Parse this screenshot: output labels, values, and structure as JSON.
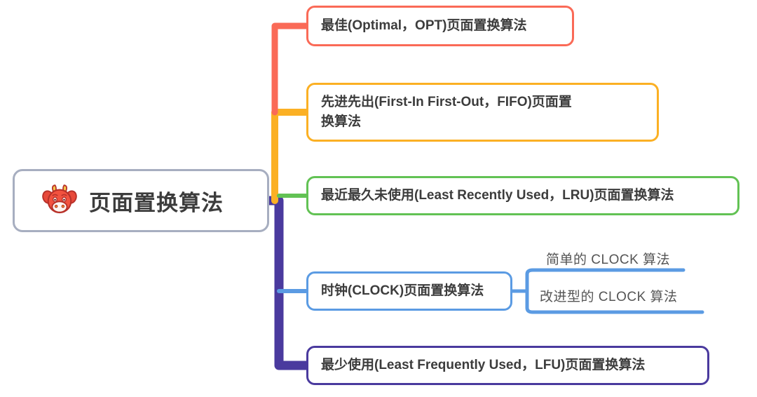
{
  "diagram": {
    "type": "mindmap",
    "title": "页面置换算法",
    "direction": "left-to-right",
    "background_color": "#ffffff"
  },
  "root": {
    "label": "页面置换算法",
    "icon": "cow-face-icon",
    "border_color": "#a7aec0",
    "text_color": "#3c3c3c"
  },
  "branches": [
    {
      "id": "opt",
      "label": "最佳(Optimal，OPT)页面置换算法",
      "color": "#fa6a57",
      "children": []
    },
    {
      "id": "fifo",
      "label": "先进先出(First-In First-Out，FIFO)页面置\n换算法",
      "color": "#fbb024",
      "children": []
    },
    {
      "id": "lru",
      "label": "最近最久未使用(Least Recently Used，LRU)页面置换算法",
      "color": "#62c254",
      "children": []
    },
    {
      "id": "clock",
      "label": "时钟(CLOCK)页面置换算法",
      "color": "#5b9be3",
      "children": [
        {
          "id": "clock-simple",
          "label": "简单的 CLOCK 算法",
          "color": "#5b9be3"
        },
        {
          "id": "clock-improved",
          "label": "改进型的 CLOCK 算法",
          "color": "#5b9be3"
        }
      ]
    },
    {
      "id": "lfu",
      "label": "最少使用(Least Frequently Used，LFU)页面置换算法",
      "color": "#4a3a9e",
      "children": []
    }
  ],
  "palette": {
    "salmon": "#fa6a57",
    "amber": "#fbb024",
    "green": "#62c254",
    "blue": "#5b9be3",
    "indigo": "#4a3a9e",
    "root_gray": "#a7aec0",
    "text_dark": "#3c3c3c",
    "text_sub": "#555555"
  }
}
